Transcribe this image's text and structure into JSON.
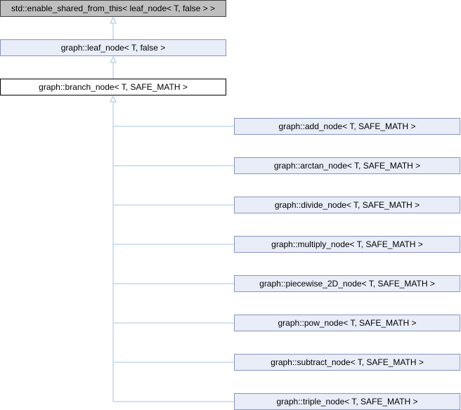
{
  "colors": {
    "connector": "#a6c6e0",
    "external_fill": "#bfbfbf",
    "link_fill": "#e8edf7",
    "link_border": "#8796c0",
    "current_border": "#000000"
  },
  "diagram": {
    "external_base": "std::enable_shared_from_this< leaf_node< T, false > >",
    "base": "graph::leaf_node< T, false >",
    "current": "graph::branch_node< T, SAFE_MATH >",
    "derived": [
      "graph::add_node< T, SAFE_MATH >",
      "graph::arctan_node< T, SAFE_MATH >",
      "graph::divide_node< T, SAFE_MATH >",
      "graph::multiply_node< T, SAFE_MATH >",
      "graph::piecewise_2D_node< T, SAFE_MATH >",
      "graph::pow_node< T, SAFE_MATH >",
      "graph::subtract_node< T, SAFE_MATH >",
      "graph::triple_node< T, SAFE_MATH >"
    ]
  }
}
